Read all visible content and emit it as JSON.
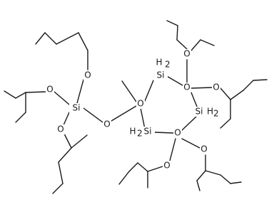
{
  "molecule": {
    "atom_labels": [
      "O",
      "O",
      "O",
      "O",
      "O",
      "O",
      "O",
      "O",
      "O",
      "O",
      "O",
      "Si",
      "Si",
      "Si",
      "Si"
    ],
    "hydrogen_labels": [
      "H",
      "H",
      "H"
    ],
    "hydrogen_counts": [
      "2",
      "2",
      "2"
    ]
  },
  "colors": {
    "bond": "#1a1a1a",
    "background": "#ffffff"
  }
}
